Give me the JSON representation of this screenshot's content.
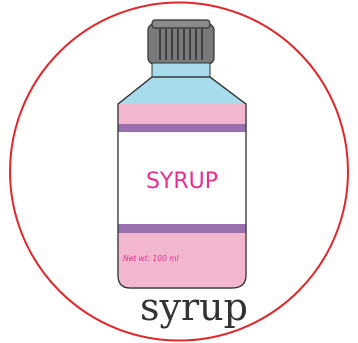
{
  "label": {
    "brand": "SYRUP",
    "net_weight": "Net wt: 100 ml"
  },
  "caption": "syrup",
  "colors": {
    "circle_border": "#e0262b",
    "cap": "#7a7a7c",
    "cap_ridges": "#4a4a4c",
    "bottle_top": "#a8dced",
    "bottle_band_pink": "#f2b6cf",
    "bottle_band_purple": "#9a6fb0",
    "label_background": "#ffffff",
    "label_text": "#e62e8f",
    "caption_text": "#333333"
  },
  "icons": {
    "bottle": "syrup-bottle-icon",
    "cap": "bottle-cap-icon"
  }
}
